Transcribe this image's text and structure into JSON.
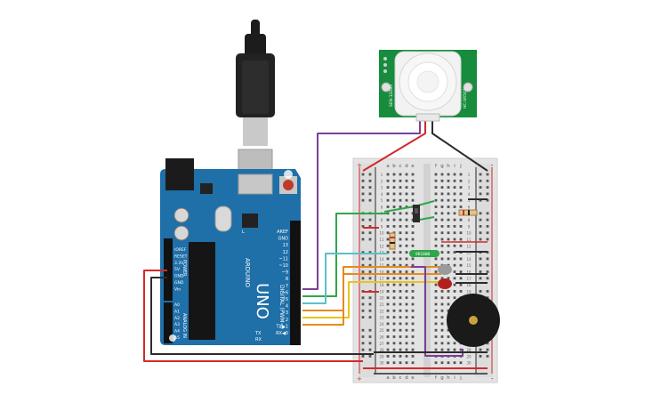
{
  "arduino": {
    "brand": "ARDUINO",
    "model": "UNO",
    "digital_label": "DIGITAL (PWM~)",
    "power_label": "POWER",
    "analog_label": "ANALOG IN",
    "tx_label": "TX",
    "rx_label": "RX",
    "l_label": "L",
    "pins_right": [
      "AREF",
      "GND",
      "13",
      "12",
      "~11",
      "~10",
      "~9",
      "8",
      "7",
      "~6",
      "~5",
      "4",
      "~3",
      "2",
      "TX▶1",
      "RX◀0"
    ],
    "pins_power": [
      "IOREF",
      "RESET",
      "3.3V",
      "5V",
      "GND",
      "GND",
      "Vin"
    ],
    "pins_analog": [
      "A0",
      "A1",
      "A2",
      "A3",
      "A4",
      "A5"
    ]
  },
  "breadboard": {
    "col_letters_left": [
      "a",
      "b",
      "c",
      "d",
      "e"
    ],
    "col_letters_right": [
      "f",
      "g",
      "h",
      "i",
      "j"
    ],
    "rail_plus": "+",
    "rail_minus": "-",
    "row_numbers": [
      "1",
      "2",
      "3",
      "4",
      "5",
      "6",
      "7",
      "8",
      "9",
      "10",
      "11",
      "12",
      "13",
      "14",
      "15",
      "16",
      "17",
      "18",
      "19",
      "20",
      "21",
      "22",
      "23",
      "24",
      "25",
      "26",
      "27",
      "28",
      "29",
      "30"
    ]
  },
  "pir_sensor": {
    "label_left": "SEN-13285",
    "label_right": "HC-SR501"
  },
  "component_label": "9K1000",
  "colors": {
    "board": "#1f6fa8",
    "board_dark": "#15527e",
    "pcb_green": "#168c3c",
    "wire_red": "#d32a2a",
    "wire_black": "#2b2b2b",
    "wire_purple": "#7b3f98",
    "wire_green": "#2ea64a",
    "wire_cyan": "#58c1c6",
    "wire_orange": "#e68a1e",
    "wire_yellow": "#e8c41a"
  }
}
